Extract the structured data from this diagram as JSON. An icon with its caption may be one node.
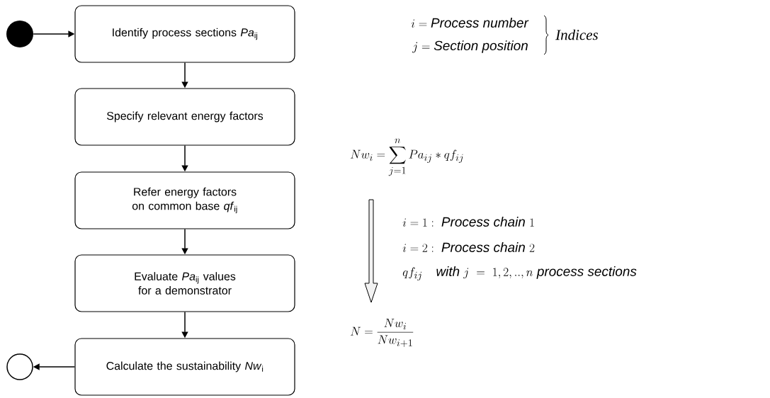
{
  "diagram": {
    "nodes": [
      {
        "text": [],
        "shape": "circle"
      },
      {
        "text": [
          "Identify process sections *Pa*$_{ij}$"
        ]
      },
      {
        "text": [
          "Specify relevant energy factors"
        ]
      },
      {
        "text": [
          "Refer energy factors on common base *qf*$_{ij}$"
        ]
      },
      {
        "text": [
          "Evaluate *Pa*$_{ij}$ values for a demonstrator"
        ]
      },
      {
        "text": [
          "Calculate the sustainability *Nw*$_{i}$"
        ]
      },
      {
        "text": [],
        "shape": "circle"
      }
    ],
    "edges": [
      {
        "from": 0,
        "to": 1,
        "arrow": "to"
      },
      {
        "from": 1,
        "to": 2,
        "arrow": "to"
      },
      {
        "from": 2,
        "to": 3,
        "arrow": "to"
      },
      {
        "from": 3,
        "to": 4,
        "arrow": "to"
      },
      {
        "from": 4,
        "to": 5,
        "arrow": "to"
      },
      {
        "from": 5,
        "to": 6,
        "arrow": "to"
      }
    ],
    "labels": [
      "i = \\mathit{Process\\ number}",
      "j = \\mathit{Section\\ position}",
      "Indices",
      "Nw_i = \\sum_{j=1}^{n} Pa_{ij} * qf_{ij}",
      "i = 1 :\\ \\mathit{Process\\ chain}\\ 1",
      "i = 2 :\\ \\mathit{Process\\ chain}\\ 2",
      "qf_{ij}\\quad \\mathit{with}\\ j\\ =\\ 1, 2, .., n\\ \\mathit{process\\ sections}",
      "N = \\frac{Nw_i}{Nw_{i+1}}"
    ]
  }
}
